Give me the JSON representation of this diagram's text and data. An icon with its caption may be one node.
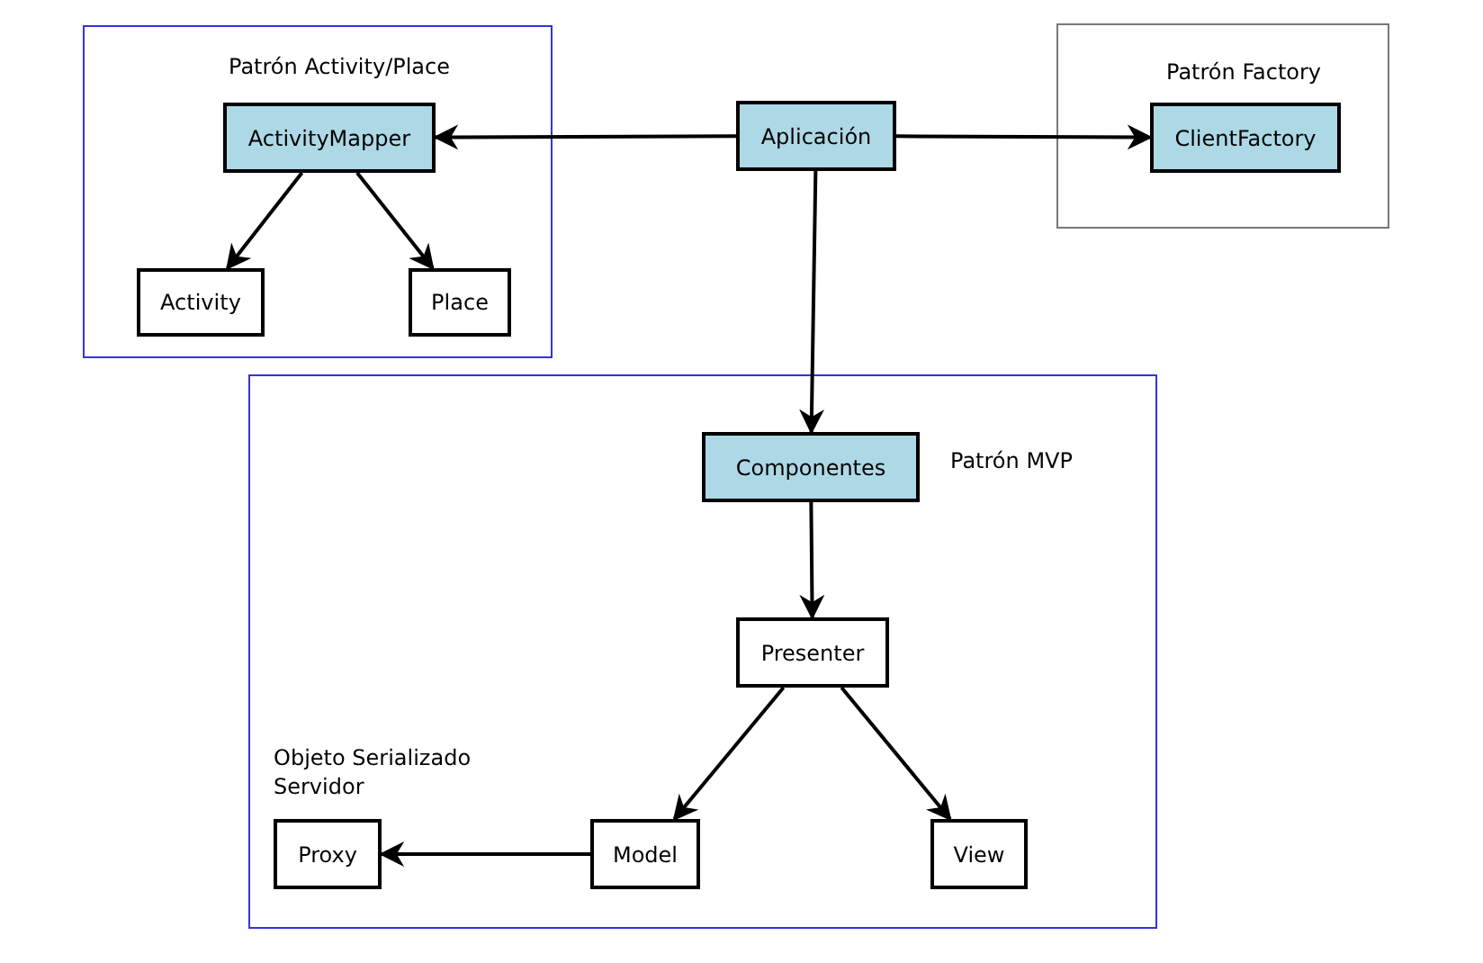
{
  "diagram": {
    "nodes": [
      {
        "text": [
          "Patrón Activity/Place"
        ]
      },
      {
        "text": [
          "ActivityMapper"
        ],
        "in": 0
      },
      {
        "text": [
          "Activity"
        ],
        "in": 0
      },
      {
        "text": [
          "Place"
        ],
        "in": 0
      },
      {
        "text": [
          "Aplicación"
        ]
      },
      {
        "text": [
          "Patrón Factory"
        ]
      },
      {
        "text": [
          "ClientFactory"
        ],
        "in": 5
      },
      {
        "text": [
          "Patrón MVP"
        ]
      },
      {
        "text": [
          "Componentes"
        ],
        "in": 7
      },
      {
        "text": [
          "Presenter"
        ],
        "in": 7
      },
      {
        "text": [
          "Model"
        ],
        "in": 7
      },
      {
        "text": [
          "View"
        ],
        "in": 7
      },
      {
        "text": [
          "Proxy"
        ],
        "in": 7,
        "beside": [
          "Objeto Serializado Servidor"
        ]
      }
    ],
    "edges": [
      {
        "from": 4,
        "to": 1,
        "arrow": "to"
      },
      {
        "from": 4,
        "to": 6,
        "arrow": "to"
      },
      {
        "from": 4,
        "to": 8,
        "arrow": "to"
      },
      {
        "from": 1,
        "to": 2,
        "arrow": "to"
      },
      {
        "from": 1,
        "to": 3,
        "arrow": "to"
      },
      {
        "from": 8,
        "to": 9,
        "arrow": "to"
      },
      {
        "from": 9,
        "to": 10,
        "arrow": "to"
      },
      {
        "from": 9,
        "to": 11,
        "arrow": "to"
      },
      {
        "from": 10,
        "to": 12,
        "arrow": "to"
      }
    ]
  }
}
